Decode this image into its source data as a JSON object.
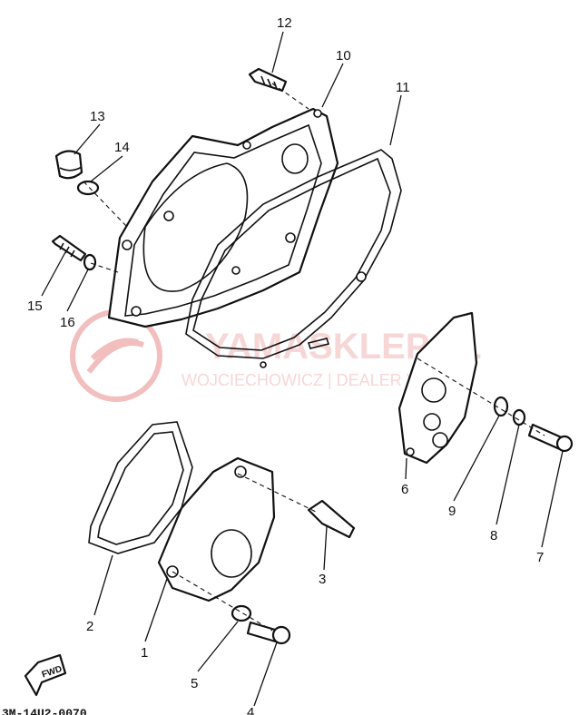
{
  "callouts": [
    "12",
    "10",
    "11",
    "13",
    "14",
    "15",
    "16",
    "6",
    "9",
    "8",
    "7",
    "3",
    "2",
    "1",
    "5",
    "4"
  ],
  "fwd_label": "FWD",
  "ref_code": "3M-14U2-0070",
  "watermark": {
    "brand": "YAMASKLEP.PL",
    "tagline": "WOJCIECHOWICZ | DEALER YAMAHA",
    "color": "#e88a8a"
  }
}
